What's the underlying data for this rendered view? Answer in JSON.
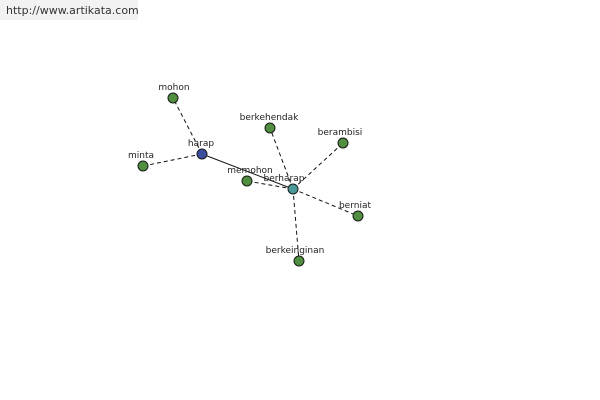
{
  "header": {
    "url": "http://www.artikata.com"
  },
  "graph": {
    "nodes": [
      {
        "id": "harap",
        "label": "harap",
        "color": "#3a4fa0"
      },
      {
        "id": "berharap",
        "label": "berharap",
        "color": "#4a9a9a"
      },
      {
        "id": "mohon",
        "label": "mohon",
        "color": "#4f8f3f"
      },
      {
        "id": "minta",
        "label": "minta",
        "color": "#4f8f3f"
      },
      {
        "id": "berkehendak",
        "label": "berkehendak",
        "color": "#4f8f3f"
      },
      {
        "id": "berambisi",
        "label": "berambisi",
        "color": "#4f8f3f"
      },
      {
        "id": "memohon",
        "label": "memohon",
        "color": "#4f8f3f"
      },
      {
        "id": "berniat",
        "label": "berniat",
        "color": "#4f8f3f"
      },
      {
        "id": "berkeinginan",
        "label": "berkeinginan",
        "color": "#4f8f3f"
      }
    ],
    "edges": [
      {
        "from": "harap",
        "to": "mohon",
        "style": "dashed"
      },
      {
        "from": "harap",
        "to": "minta",
        "style": "dashed"
      },
      {
        "from": "harap",
        "to": "berharap",
        "style": "solid"
      },
      {
        "from": "berharap",
        "to": "berkehendak",
        "style": "dashed"
      },
      {
        "from": "berharap",
        "to": "berambisi",
        "style": "dashed"
      },
      {
        "from": "berharap",
        "to": "memohon",
        "style": "dashed"
      },
      {
        "from": "berharap",
        "to": "berniat",
        "style": "dashed"
      },
      {
        "from": "berharap",
        "to": "berkeinginan",
        "style": "dashed"
      }
    ]
  }
}
